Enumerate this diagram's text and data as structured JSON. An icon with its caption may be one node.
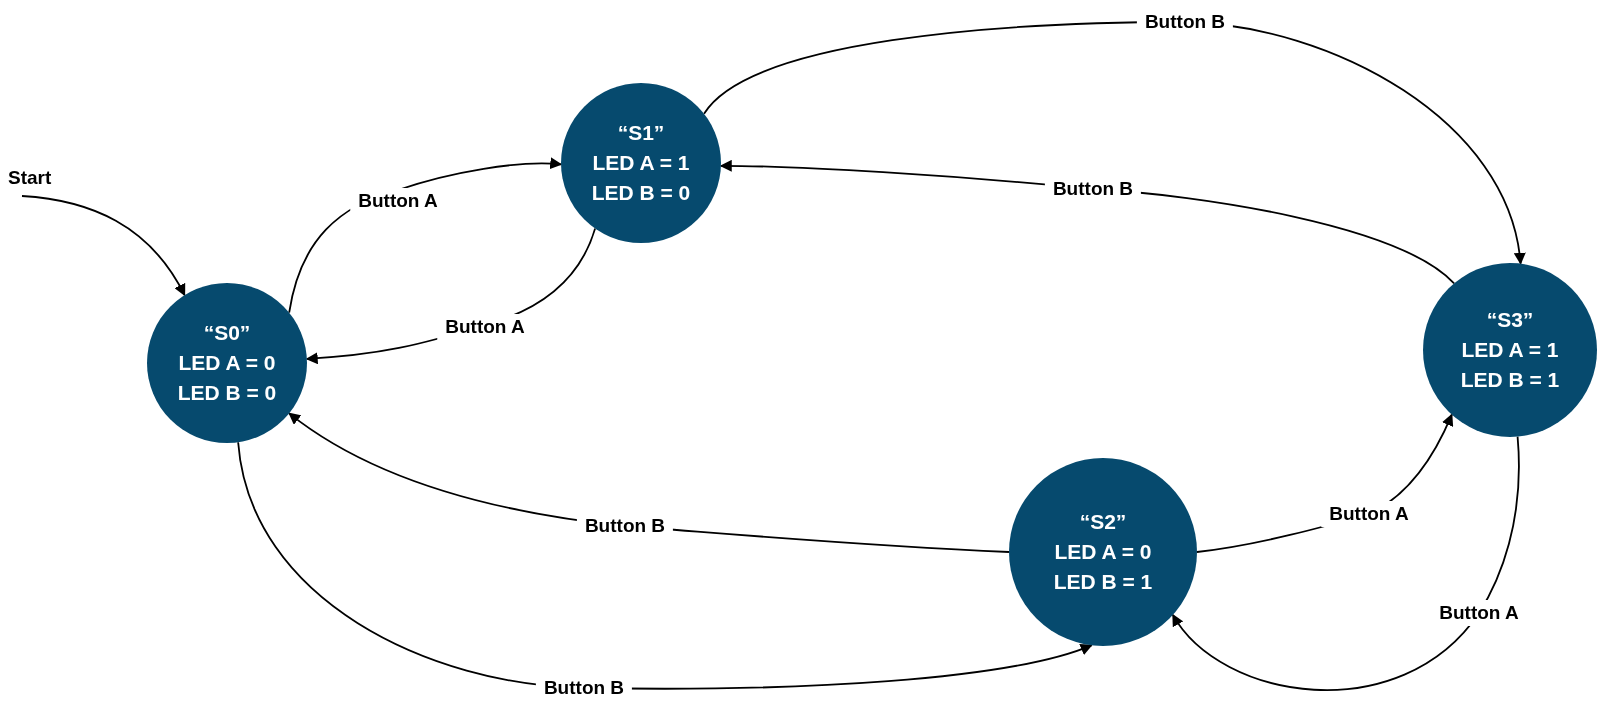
{
  "diagram": {
    "nodes": [
      {
        "text": [
          "Start"
        ]
      },
      {
        "text": [
          "“S0”",
          "LED A = 0",
          "LED B = 0"
        ]
      },
      {
        "text": [
          "“S1”",
          "LED A = 1",
          "LED B = 0"
        ]
      },
      {
        "text": [
          "“S3”",
          "LED A = 1",
          "LED B = 1"
        ]
      },
      {
        "text": [
          "“S2”",
          "LED A = 0",
          "LED B = 1"
        ]
      }
    ],
    "edges": [
      {
        "from": 0,
        "to": 1,
        "arrow": "to"
      },
      {
        "from": 1,
        "to": 2,
        "arrow": "to",
        "label": "Button A"
      },
      {
        "from": 2,
        "to": 1,
        "arrow": "to",
        "label": "Button A"
      },
      {
        "from": 2,
        "to": 3,
        "arrow": "to",
        "label": "Button B"
      },
      {
        "from": 3,
        "to": 2,
        "arrow": "to",
        "label": "Button B"
      },
      {
        "from": 4,
        "to": 1,
        "arrow": "to",
        "label": "Button B"
      },
      {
        "from": 1,
        "to": 4,
        "arrow": "to",
        "label": "Button B"
      },
      {
        "from": 4,
        "to": 3,
        "arrow": "to",
        "label": "Button A"
      },
      {
        "from": 3,
        "to": 4,
        "arrow": "to",
        "label": "Button A"
      }
    ]
  }
}
